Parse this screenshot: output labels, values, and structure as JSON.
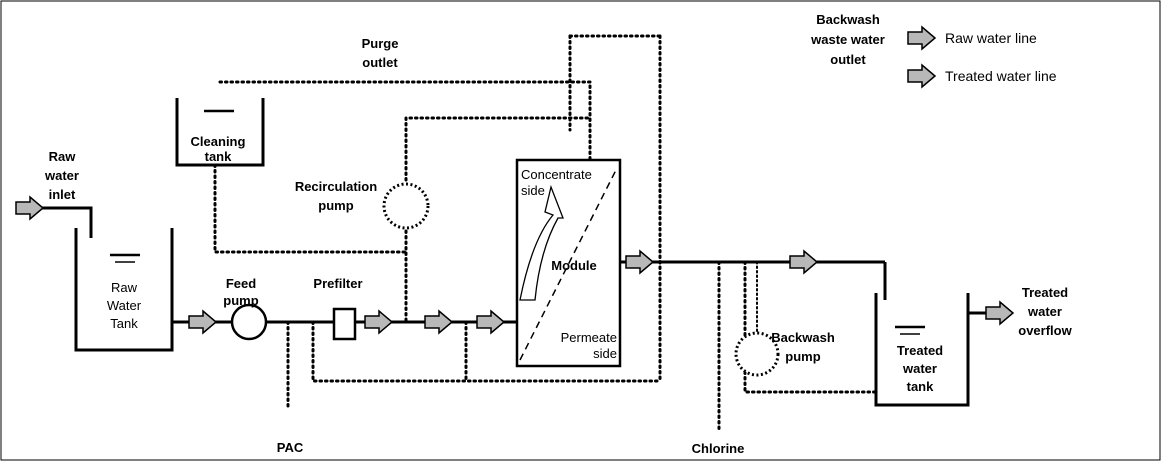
{
  "legend": {
    "raw_line": "Raw water line",
    "treated_line": "Treated water line"
  },
  "labels": {
    "purge_1": "Purge",
    "purge_2": "outlet",
    "backwash_waste_1": "Backwash",
    "backwash_waste_2": "waste water",
    "backwash_waste_3": "outlet",
    "cleaning_1": "Cleaning",
    "cleaning_2": "tank",
    "raw_inlet_1": "Raw",
    "raw_inlet_2": "water",
    "raw_inlet_3": "inlet",
    "recirc_1": "Recirculation",
    "recirc_2": "pump",
    "concentrate_1": "Concentrate",
    "concentrate_2": "side",
    "module": "Module",
    "permeate_1": "Permeate",
    "permeate_2": "side",
    "raw_tank_1": "Raw",
    "raw_tank_2": "Water",
    "raw_tank_3": "Tank",
    "feed_1": "Feed",
    "feed_2": "pump",
    "prefilter": "Prefilter",
    "backwash_pump_1": "Backwash",
    "backwash_pump_2": "pump",
    "treated_tank_1": "Treated",
    "treated_tank_2": "water",
    "treated_tank_3": "tank",
    "treated_overflow_1": "Treated",
    "treated_overflow_2": "water",
    "treated_overflow_3": "overflow",
    "pac": "PAC",
    "chlorine": "Chlorine"
  }
}
